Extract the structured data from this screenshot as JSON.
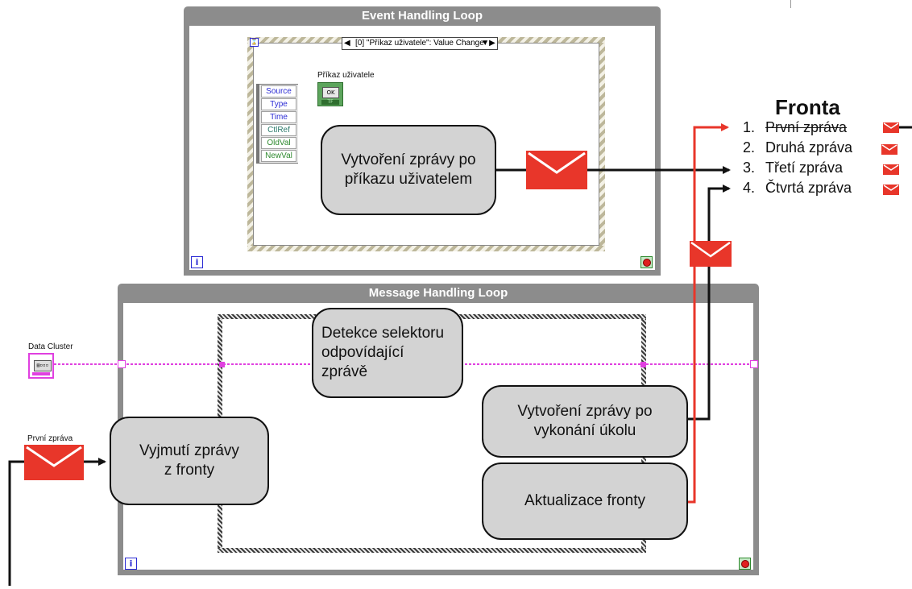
{
  "event_loop": {
    "title": "Event Handling Loop",
    "iteration_icon": "i",
    "event_selector": "[0] \"Příkaz uživatele\": Value Change",
    "control_label": "Příkaz uživatele",
    "control_button": "OK",
    "control_terminal": "TF",
    "event_data_fields": [
      "Source",
      "Type",
      "Time",
      "CtlRef",
      "OldVal",
      "NewVal"
    ],
    "process_box": "Vytvoření zprávy po příkazu uživatelem"
  },
  "message_loop": {
    "title": "Message Handling Loop",
    "iteration_icon": "i",
    "data_cluster_label": "Data Cluster",
    "dequeue_label": "První zpráva",
    "box_dequeue": "Vyjmutí zprávy z fronty",
    "box_selector": "Detekce selektoru odpovídající zprávě",
    "box_create": "Vytvoření zprávy po vykonání úkolu",
    "box_update": "Aktualizace fronty"
  },
  "queue": {
    "title": "Fronta",
    "items": [
      {
        "num": "1.",
        "text": "První zpráva",
        "struck": true
      },
      {
        "num": "2.",
        "text": "Druhá zpráva",
        "struck": false
      },
      {
        "num": "3.",
        "text": "Třetí zpráva",
        "struck": false
      },
      {
        "num": "4.",
        "text": "Čtvrtá zpráva",
        "struck": false
      }
    ]
  },
  "icons": [
    "envelope-icon",
    "stop-icon",
    "iteration-icon",
    "ok-button-control",
    "data-cluster-control"
  ],
  "colors": {
    "loop_border": "#8c8c8c",
    "envelope": "#e8362a",
    "wire_red": "#e8362a",
    "wire_black": "#111111",
    "wire_pink": "#e040e0",
    "box_fill": "#d3d3d3"
  }
}
